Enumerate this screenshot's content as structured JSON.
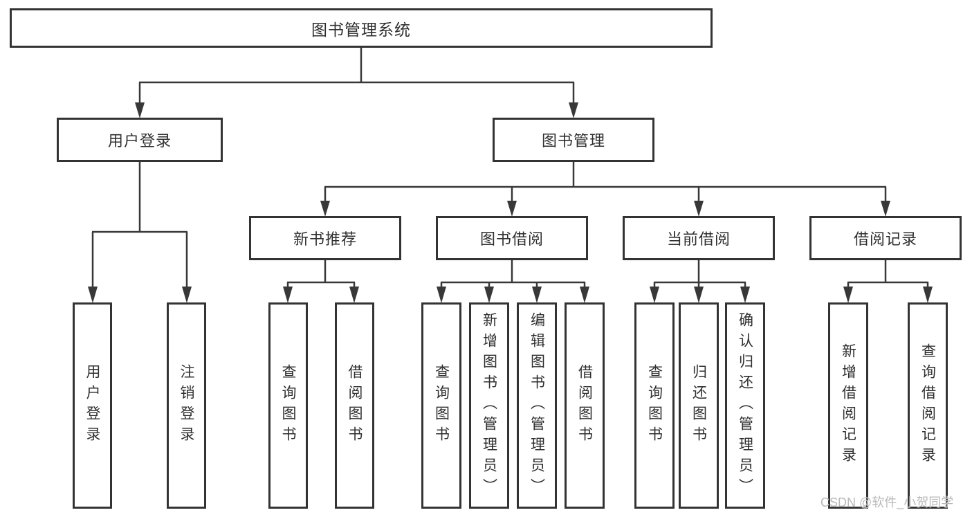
{
  "diagram_title": "图书管理系统",
  "colors": {
    "line": "#383838",
    "box_border": "#333333",
    "text": "#2f2f2f",
    "watermark": "#b9b9b9",
    "background": "#ffffff"
  },
  "tree": {
    "label": "图书管理系统",
    "children": [
      {
        "label": "用户登录",
        "children": [
          {
            "label": "用户登录"
          },
          {
            "label": "注销登录"
          }
        ]
      },
      {
        "label": "图书管理",
        "children": [
          {
            "label": "新书推荐",
            "children": [
              {
                "label": "查询图书"
              },
              {
                "label": "借阅图书"
              }
            ]
          },
          {
            "label": "图书借阅",
            "children": [
              {
                "label": "查询图书"
              },
              {
                "label": "新增图书（管理员）"
              },
              {
                "label": "编辑图书（管理员）"
              },
              {
                "label": "借阅图书"
              }
            ]
          },
          {
            "label": "当前借阅",
            "children": [
              {
                "label": "查询图书"
              },
              {
                "label": "归还图书"
              },
              {
                "label": "确认归还（管理员）"
              }
            ]
          },
          {
            "label": "借阅记录",
            "children": [
              {
                "label": "新增借阅记录"
              },
              {
                "label": "查询借阅记录"
              }
            ]
          }
        ]
      }
    ]
  },
  "watermark": "CSDN @软件_小贺同学"
}
